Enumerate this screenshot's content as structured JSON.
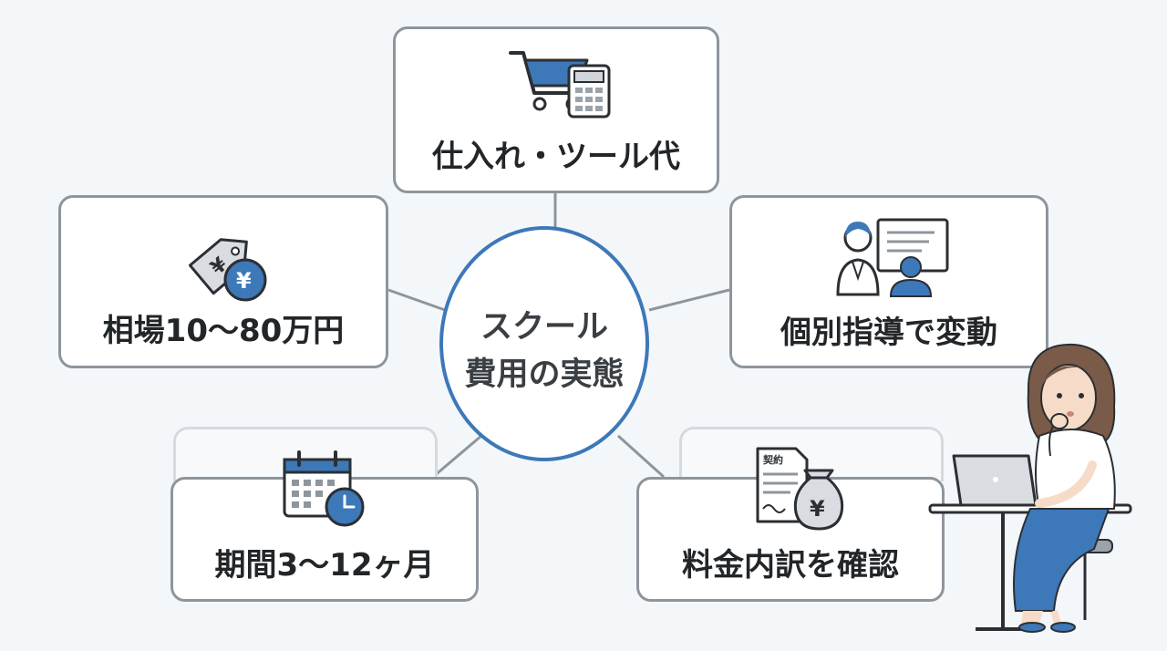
{
  "hub": {
    "line1": "スクール",
    "line2": "費用の実態"
  },
  "nodes": {
    "top": {
      "label": "仕入れ・ツール代",
      "icon": "shopping-cart-calculator-icon"
    },
    "left_upper": {
      "label": "相場10〜80万円",
      "icon": "yen-price-tag-icon"
    },
    "right_upper": {
      "label": "個別指導で変動",
      "icon": "tutor-student-icon"
    },
    "left_lower": {
      "label": "期間3〜12ヶ月",
      "icon": "calendar-clock-icon"
    },
    "right_lower": {
      "label": "料金内訳を確認",
      "icon": "contract-money-bag-icon",
      "document_text": "契約"
    }
  },
  "colors": {
    "accent": "#3d78b8",
    "border": "#8e959c",
    "text": "#222629",
    "background": "#f4f7fa"
  }
}
